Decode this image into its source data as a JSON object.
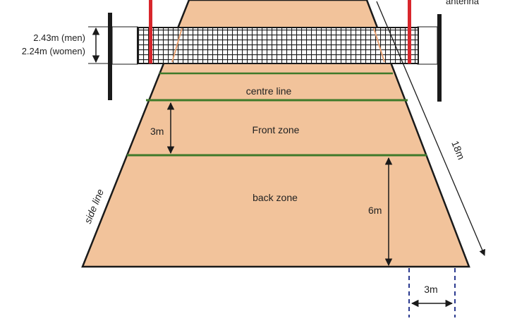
{
  "colors": {
    "court": "#f2c39b",
    "court_outline": "#1a1a1a",
    "line_green": "#3f7a2a",
    "net": "#1a1a1a",
    "antenna_red": "#d8262c",
    "dashed_blue": "#2b3a8f",
    "arrow": "#1a1a1a"
  },
  "labels": {
    "net_height_men": "2.43m (men)",
    "net_height_women": "2.24m (women)",
    "antenna": "antenna",
    "centre_line": "centre line",
    "front_zone": "Front zone",
    "back_zone": "back zone",
    "side_line": "side line",
    "front_zone_depth": "3m",
    "back_zone_depth": "6m",
    "court_length": "18m",
    "free_zone_width": "3m"
  }
}
